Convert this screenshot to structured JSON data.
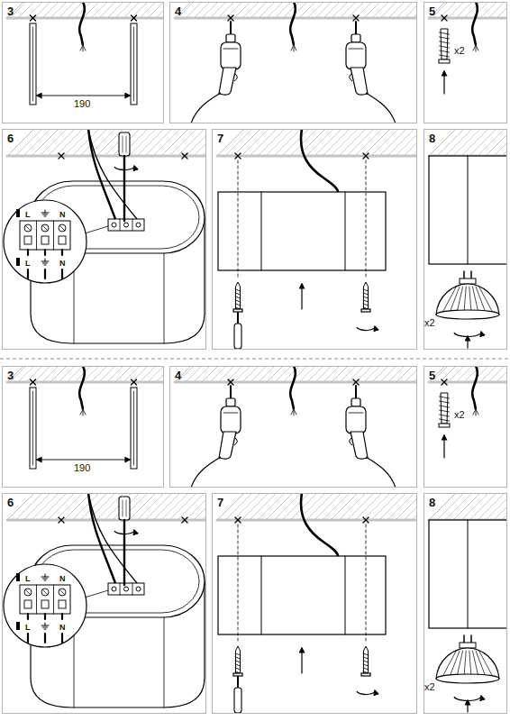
{
  "diagram": {
    "nodes": [
      {
        "text": [
          "3"
        ]
      },
      {
        "text": [
          "4"
        ]
      },
      {
        "text": [
          "5"
        ]
      },
      {
        "text": [
          "6"
        ]
      },
      {
        "text": [
          "7"
        ]
      },
      {
        "text": [
          "8"
        ]
      },
      {
        "text": [
          "3"
        ]
      },
      {
        "text": [
          "4"
        ]
      },
      {
        "text": [
          "5"
        ]
      },
      {
        "text": [
          "6"
        ]
      },
      {
        "text": [
          "7"
        ]
      },
      {
        "text": [
          "8"
        ]
      }
    ],
    "labels": [
      "190",
      "x2",
      "L",
      "N",
      "L",
      "N",
      "x2",
      "190",
      "x2",
      "L",
      "N",
      "L",
      "N",
      "x2"
    ]
  }
}
